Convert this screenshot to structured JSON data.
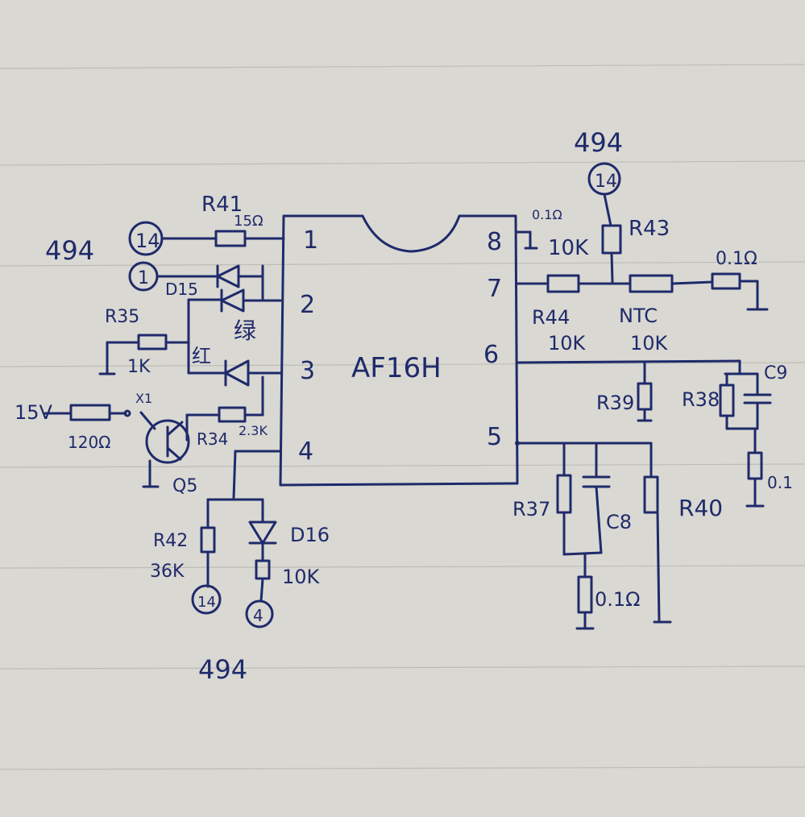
{
  "ic": {
    "name": "AF16H",
    "pins": [
      "1",
      "2",
      "3",
      "4",
      "5",
      "6",
      "7",
      "8"
    ]
  },
  "left": {
    "ref_494_top": "494",
    "node_14": "14",
    "node_1": "1",
    "r41": "R41",
    "r41_val": "15Ω",
    "d15": "D15",
    "r35": "R35",
    "r35_val": "1K",
    "led_green": "绿",
    "led_red": "红",
    "supply": "15V",
    "r120": "120Ω",
    "x1": "X1",
    "r34": "R34",
    "r34_val": "2.3K",
    "q5": "Q5",
    "r42": "R42",
    "r42_val": "36K",
    "d16": "D16",
    "d16_val": "10K",
    "node_14b": "14",
    "node_4": "4",
    "ref_494_bottom": "494"
  },
  "right": {
    "ref_494": "494",
    "node_14": "14",
    "r43": "R43",
    "r43_val": "10K",
    "pin8_res": "0.1Ω",
    "r44": "R44",
    "r44_val": "10K",
    "ntc": "NTC",
    "ntc_val": "10K",
    "r_end": "0.1Ω",
    "r39": "R39",
    "r38": "R38",
    "c9": "C9",
    "r38_bottom": "0.1",
    "r37": "R37",
    "c8": "C8",
    "r40": "R40",
    "r_bottom": "0.1Ω"
  }
}
